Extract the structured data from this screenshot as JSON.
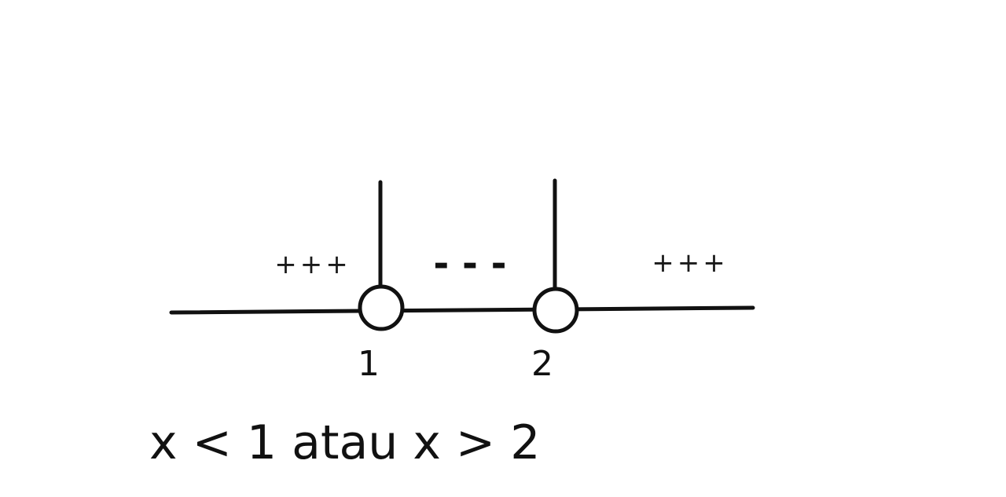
{
  "number_line": {
    "points": [
      {
        "value": "1",
        "marker": "open-circle"
      },
      {
        "value": "2",
        "marker": "open-circle"
      }
    ],
    "intervals": [
      {
        "sign": "+++",
        "region": "x < 1"
      },
      {
        "sign": "- - -",
        "region": "1 < x < 2"
      },
      {
        "sign": "+++",
        "region": "x > 2"
      }
    ],
    "colors": {
      "line": "#111111",
      "background": "#ffffff"
    }
  },
  "solution_text": "x < 1 atau x > 2"
}
